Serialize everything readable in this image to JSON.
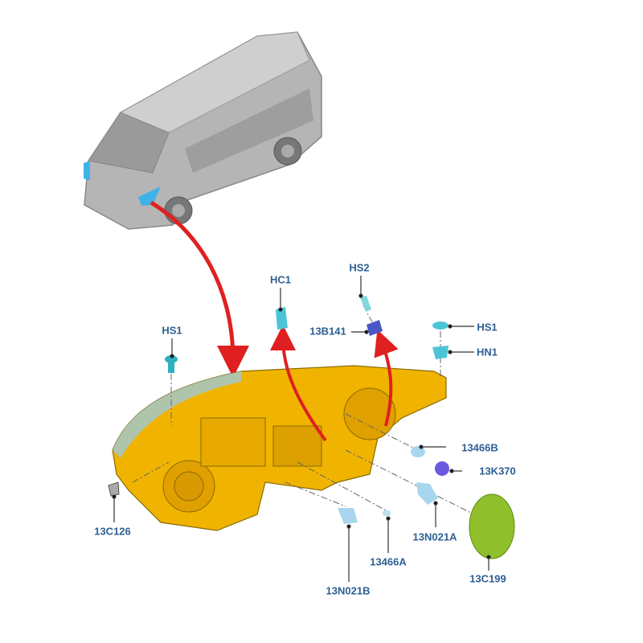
{
  "labels": {
    "hc1": "HC1",
    "hs2": "HS2",
    "b13141": "13B141",
    "hs1_left": "HS1",
    "hs1_right": "HS1",
    "hn1": "HN1",
    "c13466b": "13466B",
    "k13370": "13K370",
    "n13021a": "13N021A",
    "c13199": "13C199",
    "c13466a": "13466A",
    "n13021b": "13N021B",
    "c13126": "13C126"
  },
  "colors": {
    "label": "#2d5f93",
    "arrow": "#e02020",
    "housing": "#f0b400",
    "van": "#a8a8a8",
    "highlight": "#3fb3e8",
    "cap": "#8fbf2a"
  }
}
